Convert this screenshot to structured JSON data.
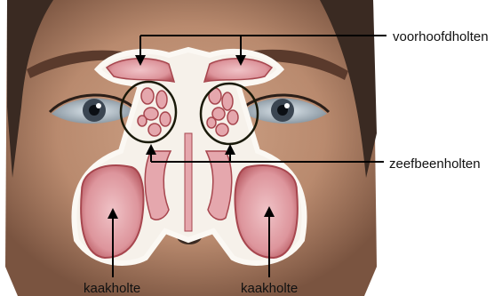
{
  "labels": {
    "frontal_sinuses": "voorhoofdholten",
    "ethmoid_sinuses": "zeefbeenholten",
    "maxillary_left": "kaakholte",
    "maxillary_right": "kaakholte"
  },
  "colors": {
    "skin": "#b98a6e",
    "skin_shadow": "#6e4a36",
    "sinus_pink": "#e5a7ad",
    "sinus_red": "#a7464e",
    "bone_white": "#f6f1ea",
    "leader_line": "#000000",
    "circle_outline": "#1a1a0a"
  }
}
